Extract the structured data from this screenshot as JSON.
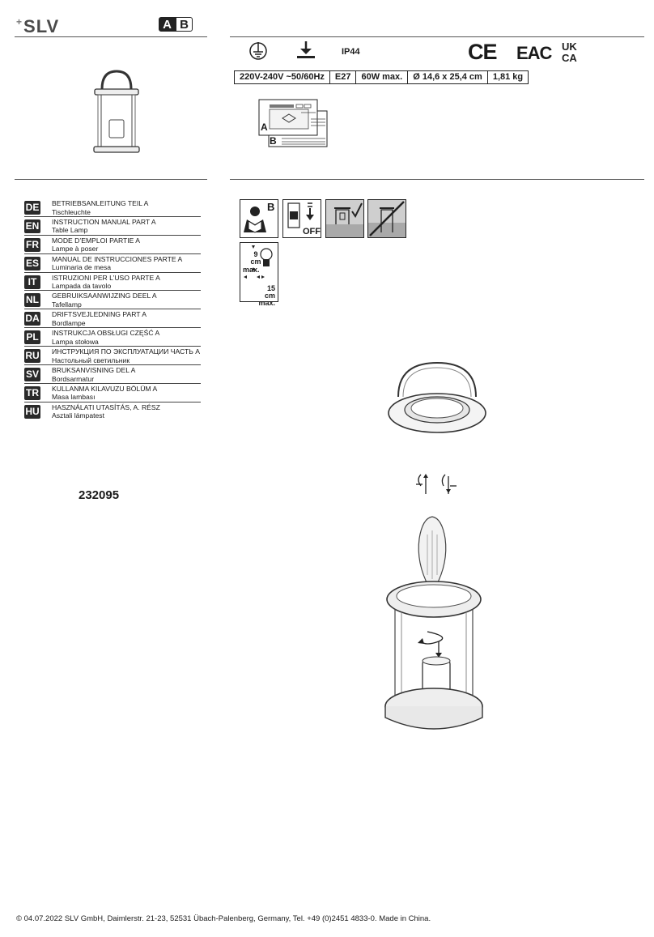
{
  "header": {
    "logo": "SLV",
    "part_badges": [
      "A",
      "B"
    ]
  },
  "specs": {
    "ip_rating": "IP44",
    "voltage": "220V-240V ~50/60Hz",
    "socket": "E27",
    "wattage": "60W max.",
    "dimensions": "Ø 14,6 x 25,4 cm",
    "weight": "1,81 kg",
    "cert_marks": [
      "CE",
      "EAC",
      "UKCA"
    ]
  },
  "manual_icon": {
    "part_a": "A",
    "part_b": "B"
  },
  "warnings": {
    "read_part": "B",
    "off_label": "OFF",
    "distance_top": "9",
    "distance_top_unit": "cm",
    "distance_top_max": "max.",
    "distance_side": "15 cm",
    "distance_side_max": "max."
  },
  "languages": [
    {
      "code": "DE",
      "title": "BETRIEBSANLEITUNG TEIL A",
      "subtitle": "Tischleuchte"
    },
    {
      "code": "EN",
      "title": "INSTRUCTION MANUAL PART A",
      "subtitle": "Table Lamp"
    },
    {
      "code": "FR",
      "title": "MODE D’EMPLOI PARTIE A",
      "subtitle": "Lampe à poser"
    },
    {
      "code": "ES",
      "title": "MANUAL DE INSTRUCCIONES PARTE A",
      "subtitle": "Luminaria de mesa"
    },
    {
      "code": "IT",
      "title": "ISTRUZIONI PER L’USO PARTE A",
      "subtitle": "Lampada da tavolo"
    },
    {
      "code": "NL",
      "title": "GEBRUIKSAANWIJZING DEEL A",
      "subtitle": "Tafellamp"
    },
    {
      "code": "DA",
      "title": "DRIFTSVEJLEDNING PART A",
      "subtitle": "Bordlampe"
    },
    {
      "code": "PL",
      "title": "INSTRUKCJA OBSŁUGI CZĘŚĆ A",
      "subtitle": "Lampa stołowa"
    },
    {
      "code": "RU",
      "title": "ИНСТРУКЦИЯ ПО ЭКСПЛУАТАЦИИ ЧАСТЬ А",
      "subtitle": "Настольный светильник"
    },
    {
      "code": "SV",
      "title": "BRUKSANVISNING DEL A",
      "subtitle": "Bordsarmatur"
    },
    {
      "code": "TR",
      "title": "KULLANMA KILAVUZU BÖLÜM A",
      "subtitle": "Masa lambası"
    },
    {
      "code": "HU",
      "title": "HASZNÁLATI UTASÍTÁS, A. RÉSZ",
      "subtitle": "Asztali lámpatest"
    }
  ],
  "product_code": "232095",
  "footer": "© 04.07.2022 SLV GmbH, Daimlerstr. 21-23, 52531 Übach-Palenberg, Germany, Tel. +49 (0)2451 4833-0. Made in China."
}
